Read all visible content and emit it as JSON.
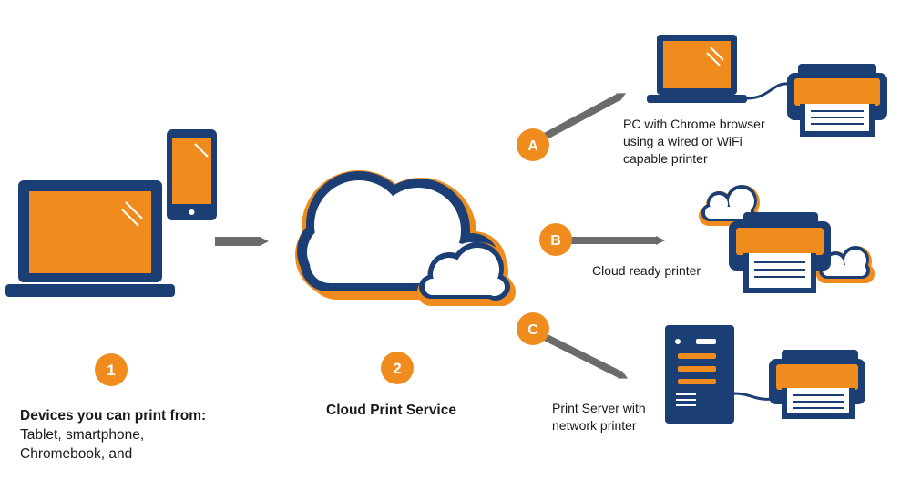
{
  "colors": {
    "navy": "#1b3f75",
    "orange": "#f08c1e",
    "arrow_gray": "#6b6b6b",
    "white": "#ffffff"
  },
  "steps": [
    {
      "number": "1",
      "label_bold": "Devices you can print from:",
      "label_rest": " Tablet, smartphone, Chromebook, and"
    },
    {
      "number": "2",
      "label": "Cloud Print Service"
    }
  ],
  "branches": [
    {
      "letter": "A",
      "label_line1": "PC with Chrome browser",
      "label_line2": "using a wired or WiFi",
      "label_line3": "capable printer",
      "icon": "laptop-printer-icon"
    },
    {
      "letter": "B",
      "label": "Cloud ready printer",
      "icon": "cloud-printer-icon"
    },
    {
      "letter": "C",
      "label_line1": "Print Server with",
      "label_line2": "network printer",
      "icon": "server-printer-icon"
    }
  ]
}
